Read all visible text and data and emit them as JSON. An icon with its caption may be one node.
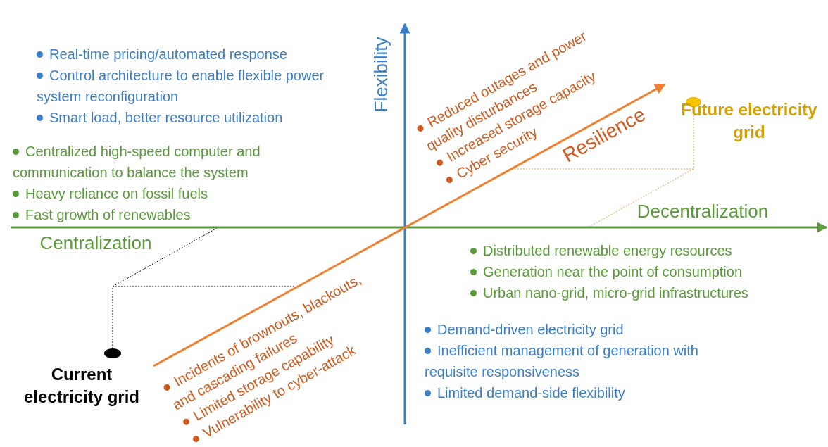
{
  "diagram": {
    "nodes": [
      {
        "text": [],
        "shape": "circle",
        "beside": [
          "Future electricity grid"
        ]
      },
      {
        "text": [],
        "shape": "circle",
        "beside": [
          "Current electricity grid"
        ]
      }
    ],
    "labels": [
      "Flexibility",
      "Real-time pricing/automated response",
      "Control architecture to enable flexible power system reconfiguration",
      "Smart load, better resource utilization",
      "Reduced outages and power quality disturbances",
      "Increased storage capacity",
      "Cyber security",
      "Resilience",
      "Centralized high-speed computer and communication to balance the system",
      "Heavy reliance on fossil fuels",
      "Fast growth of renewables",
      "Decentralization",
      "Centralization",
      "Distributed renewable energy resources",
      "Generation near the point of consumption",
      "Urban nano-grid, micro-grid infrastructures",
      "Incidents of brownouts, blackouts, and cascading failures",
      "Limited storage capability",
      "Vulnerability to cyber-attack",
      "Demand-driven electricity grid",
      "Inefficient management of generation with requisite responsiveness",
      "Limited demand-side flexibility"
    ]
  }
}
